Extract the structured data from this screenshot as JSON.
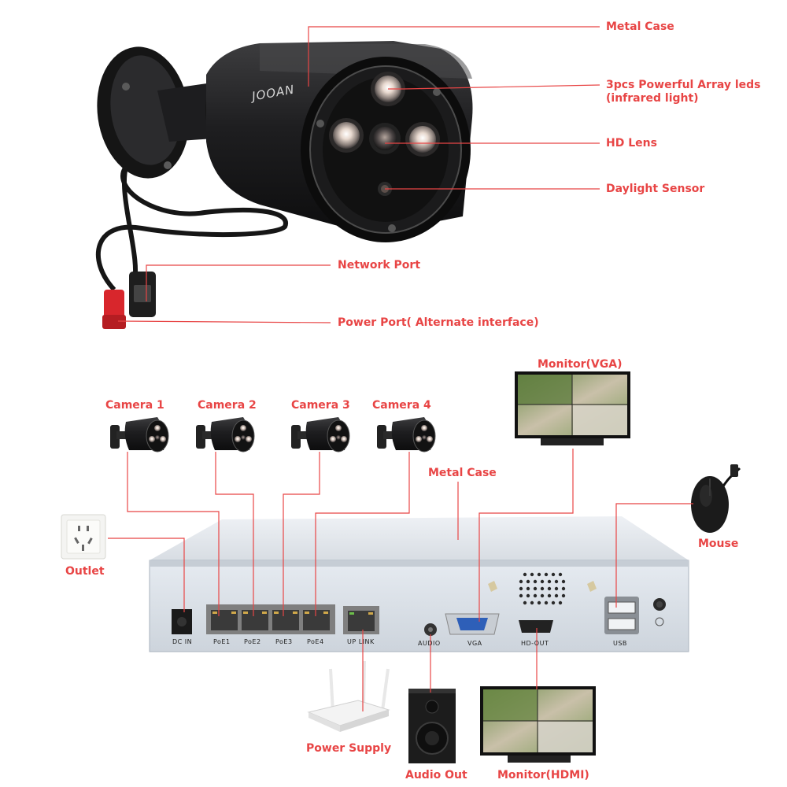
{
  "colors": {
    "label": "#e84545",
    "leader": "#e84545",
    "panel": "#dde3ea",
    "device": "#1c1c1c"
  },
  "brand": "JOOAN",
  "camera_callouts": {
    "metal_case": "Metal Case",
    "array_leds_line1": "3pcs Powerful Array leds",
    "array_leds_line2": "(infrared light)",
    "hd_lens": "HD Lens",
    "daylight_sensor": "Daylight Sensor",
    "network_port": "Network Port",
    "power_port": "Power Port( Alternate interface)"
  },
  "nvr_diagram": {
    "cameras": [
      "Camera 1",
      "Camera 2",
      "Camera 3",
      "Camera 4"
    ],
    "monitor_vga": "Monitor(VGA)",
    "monitor_hdmi": "Monitor(HDMI)",
    "metal_case": "Metal Case",
    "mouse": "Mouse",
    "outlet": "Outlet",
    "power_supply": "Power Supply",
    "audio_out": "Audio Out",
    "ports": {
      "dc_in": "DC IN",
      "poe1": "PoE1",
      "poe2": "PoE2",
      "poe3": "PoE3",
      "poe4": "PoE4",
      "uplink": "UP LINK",
      "audio": "AUDIO",
      "vga": "VGA",
      "hd_out": "HD-OUT",
      "usb": "USB"
    }
  }
}
